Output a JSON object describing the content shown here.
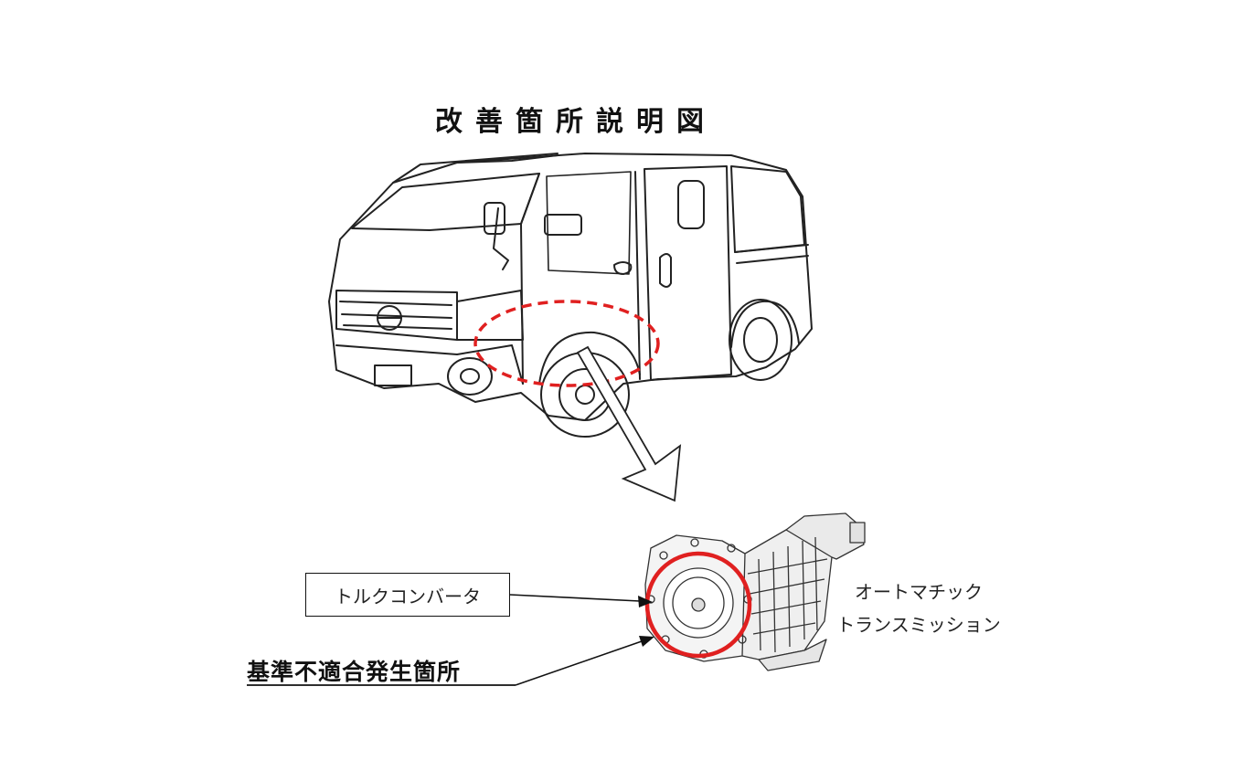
{
  "title": "改善箇所説明図",
  "labels": {
    "torque_converter": "トルクコンバータ",
    "atx_line1": "オートマチック",
    "atx_line2": "トランスミッション",
    "defect_location": "基準不適合発生箇所"
  },
  "colors": {
    "highlight": "#e02020",
    "line": "#222222"
  }
}
